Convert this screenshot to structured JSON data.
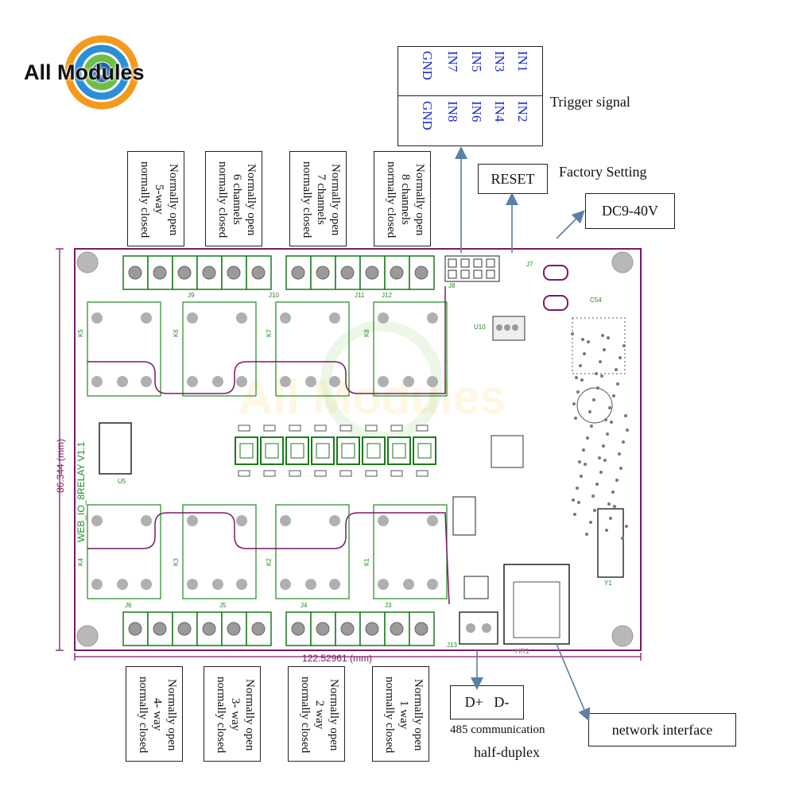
{
  "logo": {
    "text": "All Modules",
    "watermark": "All Modules"
  },
  "trigger": {
    "title": "Trigger signal",
    "row_top": [
      "IN1",
      "IN3",
      "IN5",
      "IN7",
      "GND"
    ],
    "row_bottom": [
      "IN2",
      "IN4",
      "IN6",
      "IN8",
      "GND"
    ]
  },
  "reset": {
    "label": "RESET",
    "caption": "Factory Setting"
  },
  "power": {
    "label": "DC9-40V"
  },
  "relays_top": [
    {
      "line1": "Normally open",
      "line2": "5-way",
      "line3": "normally closed"
    },
    {
      "line1": "Normally open",
      "line2": "6 channels",
      "line3": "normally closed"
    },
    {
      "line1": "Normally open",
      "line2": "7 channels",
      "line3": "normally closed"
    },
    {
      "line1": "Normally open",
      "line2": "8 channels",
      "line3": "normally closed"
    }
  ],
  "relays_bottom": [
    {
      "line1": "Normally open",
      "line2": "4- way",
      "line3": "normally closed"
    },
    {
      "line1": "Normally open",
      "line2": "3- way",
      "line3": "normally closed"
    },
    {
      "line1": "Normally open",
      "line2": "2 way",
      "line3": "normally closed"
    },
    {
      "line1": "Normally open",
      "line2": "1 way",
      "line3": "normally closed"
    }
  ],
  "rs485": {
    "label": "D+   D-",
    "caption1": "485 communication",
    "caption2": "half-duplex"
  },
  "network": {
    "label": "network interface"
  },
  "board": {
    "name": "WEB_IO_8RELAY V1.1",
    "dim_width": "122.52961 (mm)",
    "dim_height": "86.344 (mm)",
    "connectors_top": [
      "J9",
      "J10",
      "J11",
      "J12"
    ],
    "connectors_bottom": [
      "J6",
      "J5",
      "J4",
      "J3"
    ],
    "relays_top_ids": [
      "K5",
      "K6",
      "K7",
      "K8"
    ],
    "relays_bottom_ids": [
      "K4",
      "K3",
      "K2",
      "K1"
    ],
    "misc": [
      "J13",
      "J7",
      "J8",
      "U5",
      "U10",
      "C54",
      "Y1",
      "HR1"
    ]
  },
  "colors": {
    "board_outline": "#7a1a66",
    "silk": "#1e8a1e",
    "label_blue": "#1a2bd1",
    "arrow": "#5b7fa8"
  }
}
